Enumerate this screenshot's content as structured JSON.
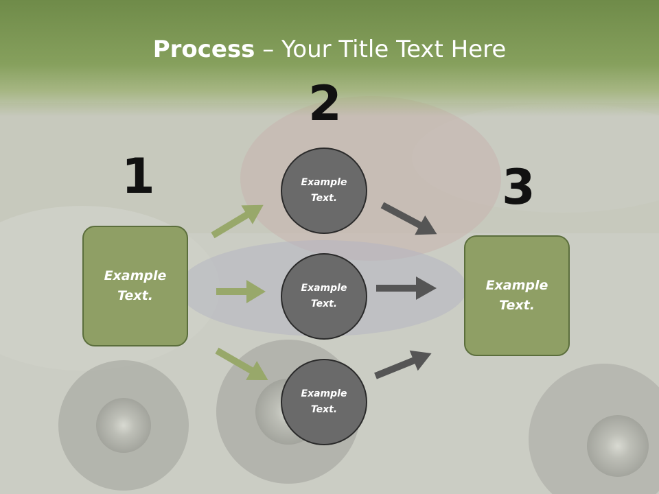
{
  "title": {
    "bold": "Process",
    "rest": " – Your Title Text Here"
  },
  "steps": {
    "one": "1",
    "two": "2",
    "three": "3"
  },
  "left_box": {
    "label": "Example\nText."
  },
  "right_box": {
    "label": "Example\nText."
  },
  "circles": [
    {
      "label": "Example\nText."
    },
    {
      "label": "Example\nText."
    },
    {
      "label": "Example\nText."
    }
  ],
  "colors": {
    "green_box": "#8f9f65",
    "green_arrow": "#98a86a",
    "dark_arrow": "#555555",
    "circle": "#6a6a6a",
    "header": "#7a9651"
  }
}
